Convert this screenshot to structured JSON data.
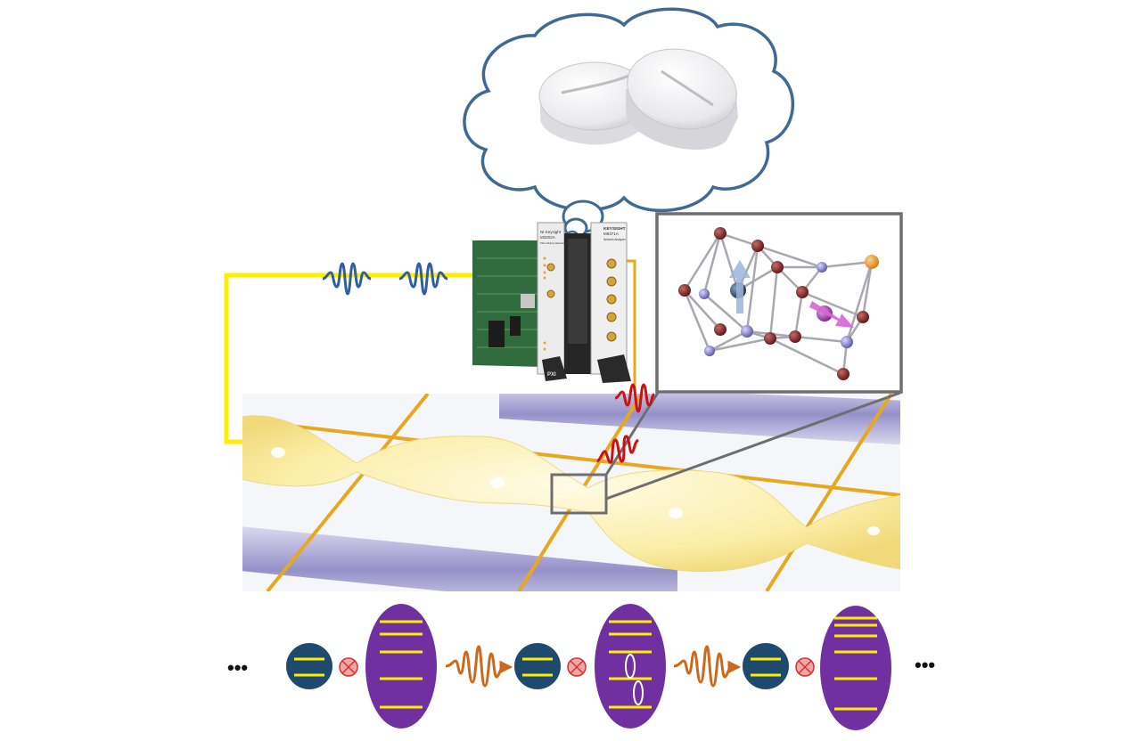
{
  "instrument": {
    "card1_brand": "NI Keysight",
    "card1_model": "M3202A",
    "card1_desc": "PXIe Arbitrary Waveform Generator",
    "card2_brand": "KEYSIGHT",
    "card2_model": "M9371A",
    "card2_desc": "Network Analyzer",
    "chassis_label": "PXI"
  },
  "chain": {
    "ellipsis_left": "•••",
    "ellipsis_right": "•••"
  },
  "colors": {
    "cable": "#ffee00",
    "cloud_outline": "#3f6a94",
    "pulse_blue": "#2e5fa0",
    "pulse_red": "#cc1111",
    "pulse_orange": "#cc6a1a",
    "qubit_fill": "#1e4a6e",
    "resonator_fill": "#7030a0",
    "level_line": "#ffee00",
    "coupler_fill": "#f4a6a6",
    "coupler_stroke": "#d43030",
    "inset_frame": "#6e6e6e",
    "waveguide": "#8a86c4",
    "electrode": "#e8a81e"
  }
}
